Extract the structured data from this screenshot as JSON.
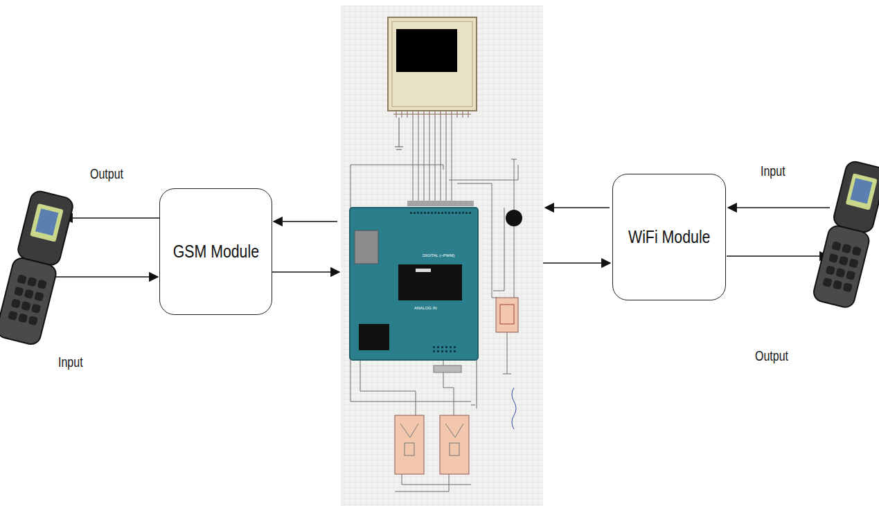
{
  "diagram": {
    "nodes": [
      {
        "text": [
          "GSM Module"
        ]
      },
      {
        "text": [
          "WiFi Module"
        ]
      }
    ],
    "labels": [
      "Output",
      "Input",
      "Input",
      "Output",
      "DIGITAL (~PWM)",
      "ANALOG IN"
    ]
  }
}
